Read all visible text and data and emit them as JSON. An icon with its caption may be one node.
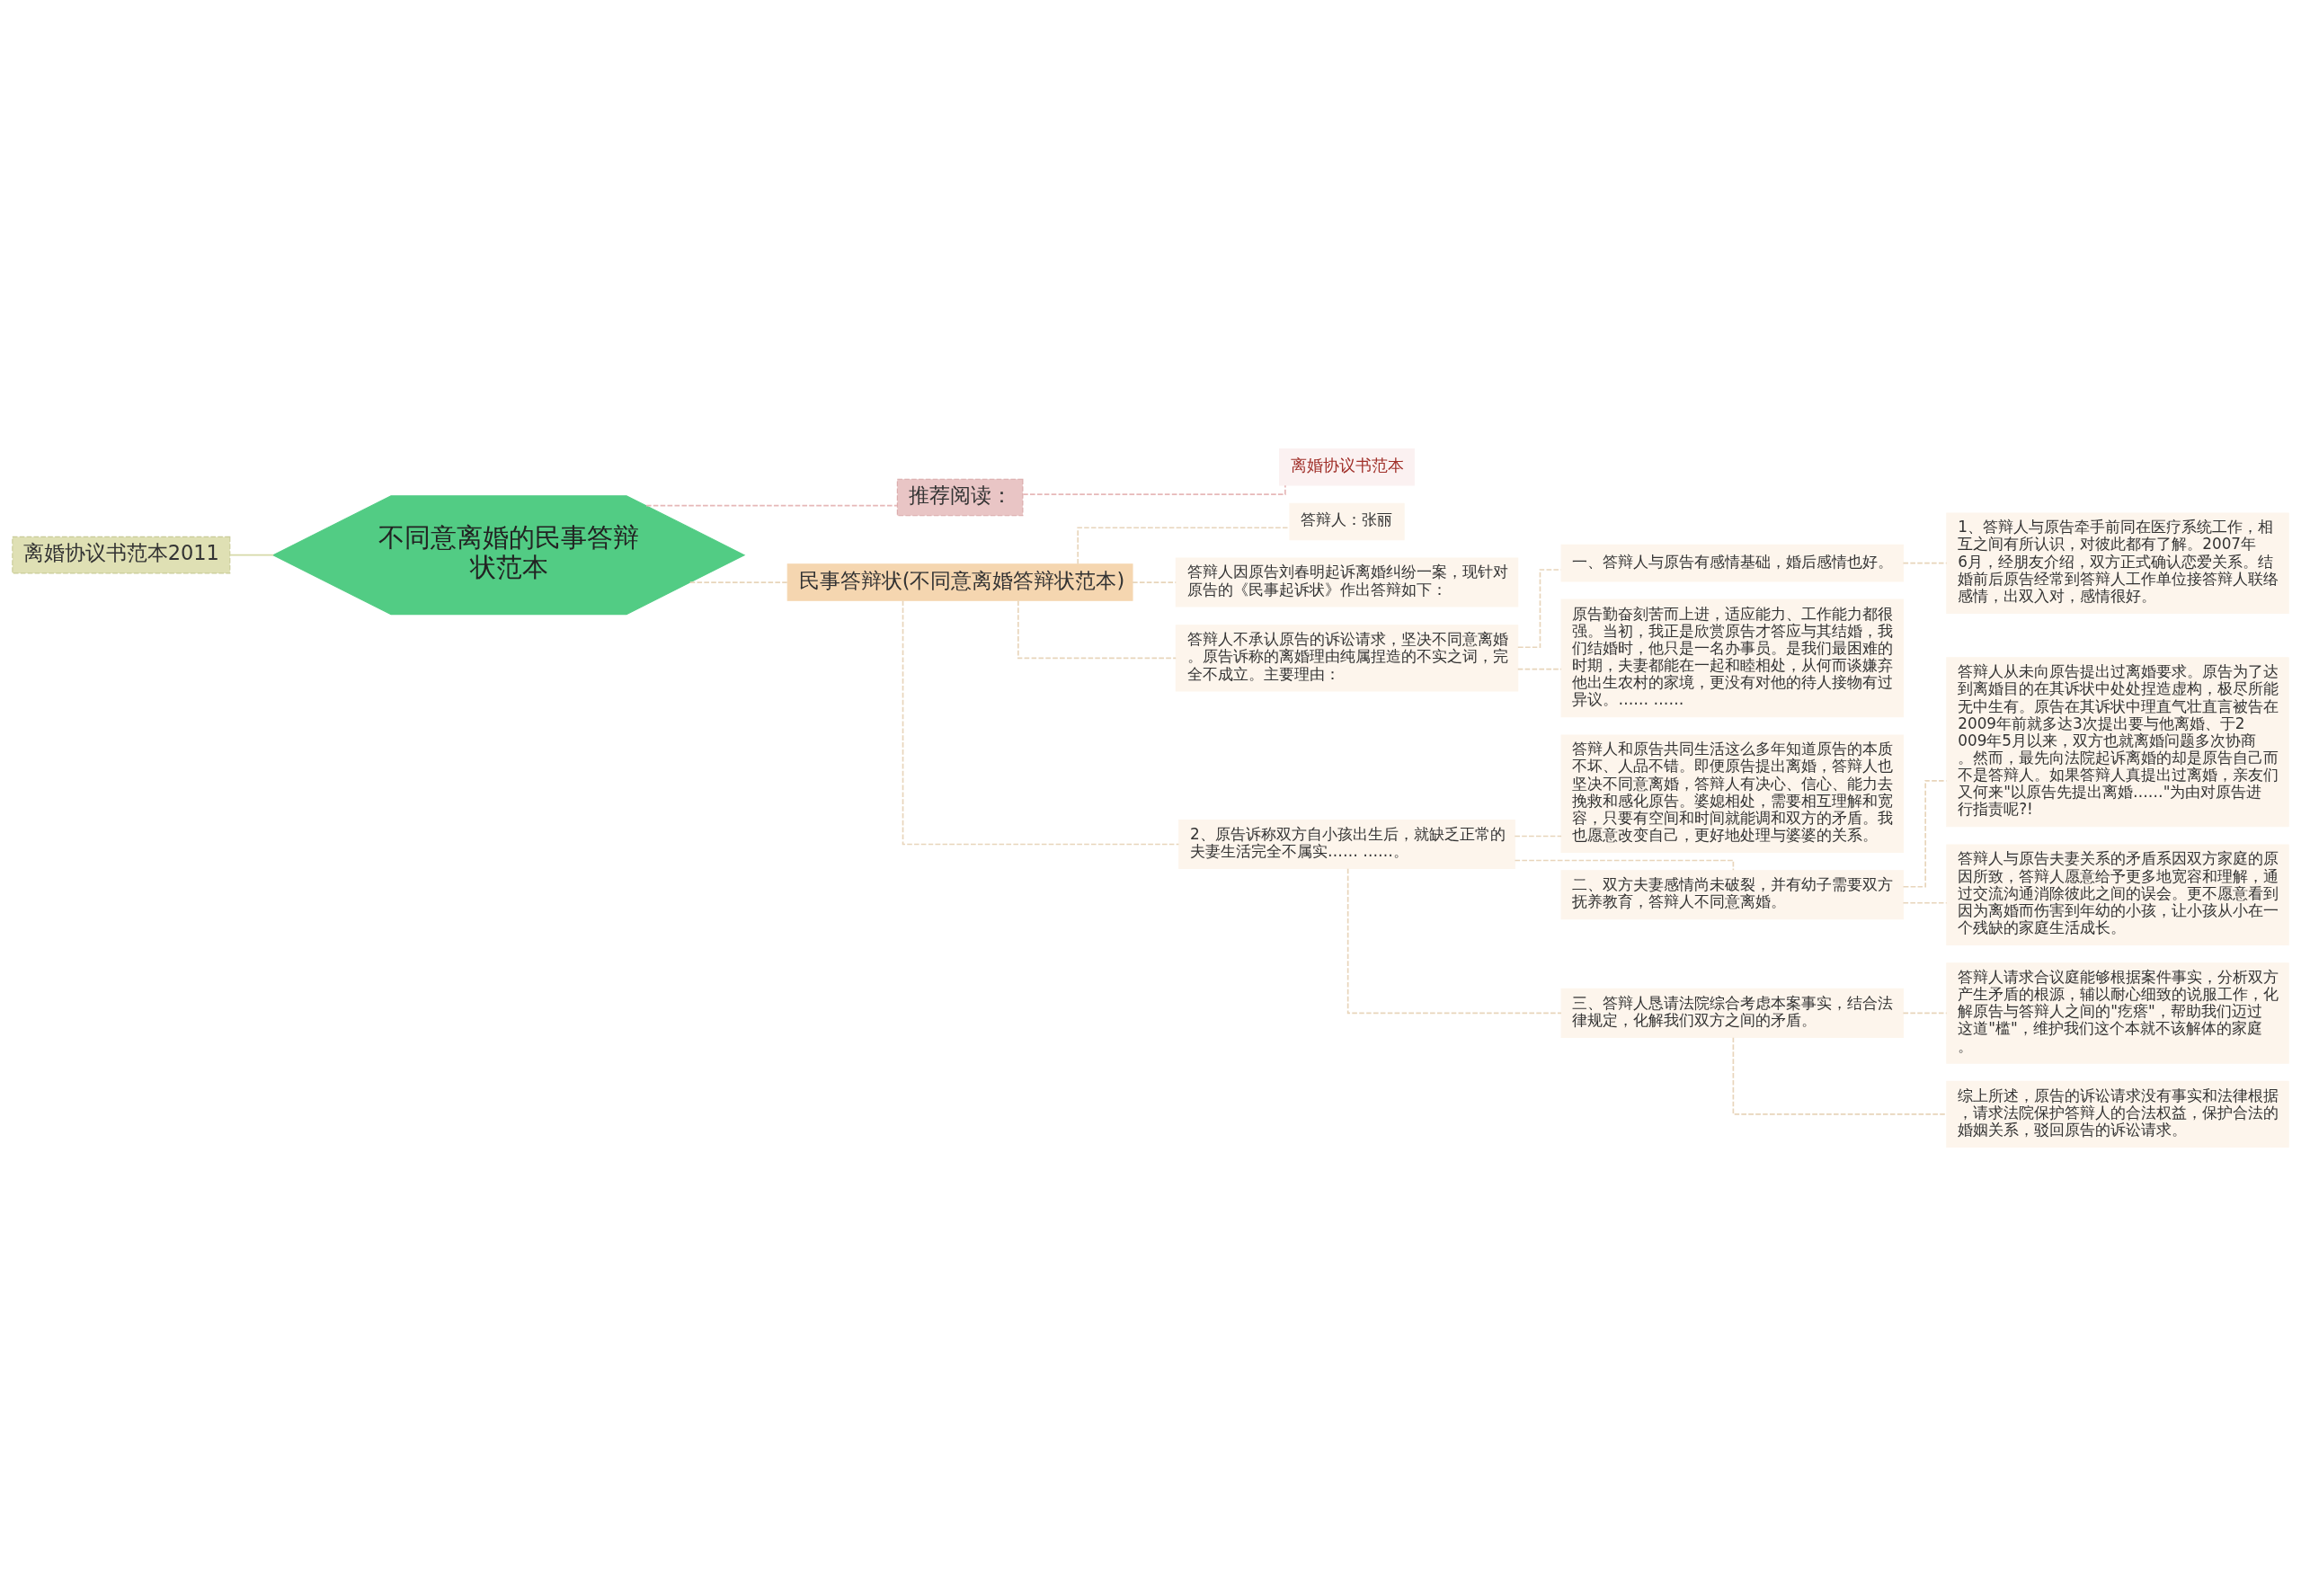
{
  "diagram": {
    "nodes": [
      {
        "text": [
          "离婚协议书范本2011"
        ]
      },
      {
        "text": [
          "不同意离婚的民事答辩状范本"
        ]
      },
      {
        "text": [
          "推荐阅读："
        ]
      },
      {
        "text": [
          "离婚协议书范本"
        ]
      },
      {
        "text": [
          "民事答辩状(不同意离婚答辩状范本)"
        ]
      },
      {
        "text": [
          "答辩人：张丽"
        ]
      },
      {
        "text": [
          "答辩人因原告刘春明起诉离婚纠纷一案，现针对原告的《民事起诉状》作出答辩如下："
        ]
      },
      {
        "text": [
          "答辩人不承认原告的诉讼请求，坚决不同意离婚。原告诉称的离婚理由纯属捏造的不实之词，完全不成立。主要理由："
        ]
      },
      {
        "text": [
          "一、答辩人与原告有感情基础，婚后感情也好。"
        ]
      },
      {
        "text": [
          "1、答辩人与原告牵手前同在医疗系统工作，相互之间有所认识，对彼此都有了解。2007年6月，经朋友介绍，双方正式确认恋爱关系。结婚前后原告经常到答辩人工作单位接答辩人联络感情，出双入对，感情很好。"
        ]
      },
      {
        "text": [
          "原告勤奋刻苦而上进，适应能力、工作能力都很强。当初，我正是欣赏原告才答应与其结婚，我们结婚时，他只是一名办事员。是我们最困难的时期，夫妻都能在一起和睦相处，从何而谈嫌弃他出生农村的家境，更没有对他的待人接物有过异议。…… ……"
        ]
      },
      {
        "text": [
          "2、原告诉称双方自小孩出生后，就缺乏正常的夫妻生活完全不属实…… ……。"
        ]
      },
      {
        "text": [
          "答辩人和原告共同生活这么多年知道原告的本质不坏、人品不错。即便原告提出离婚，答辩人也坚决不同意离婚，答辩人有决心、信心、能力去挽救和感化原告。婆媳相处，需要相互理解和宽容，只要有空间和时间就能调和双方的矛盾。我也愿意改变自己，更好地处理与婆婆的关系。"
        ]
      },
      {
        "text": [
          "二、双方夫妻感情尚未破裂，并有幼子需要双方抚养教育，答辩人不同意离婚。"
        ]
      },
      {
        "text": [
          "答辩人从未向原告提出过离婚要求。原告为了达到离婚目的在其诉状中处处捏造虚构，极尽所能无中生有。原告在其诉状中理直气壮直言被告在2009年前就多达3次提出要与他离婚、于2009年5月以来，双方也就离婚问题多次协商。然而，最先向法院起诉离婚的却是原告自己而不是答辩人。如果答辩人真提出过离婚，亲友们又何来\"以原告先提出离婚……\"为由对原告进行指责呢?!"
        ]
      },
      {
        "text": [
          "答辩人与原告夫妻关系的矛盾系因双方家庭的原因所致，答辩人愿意给予更多地宽容和理解，通过交流沟通消除彼此之间的误会。更不愿意看到因为离婚而伤害到年幼的小孩，让小孩从小在一个残缺的家庭生活成长。"
        ]
      },
      {
        "text": [
          "三、答辩人恳请法院综合考虑本案事实，结合法律规定，化解我们双方之间的矛盾。"
        ]
      },
      {
        "text": [
          "答辩人请求合议庭能够根据案件事实，分析双方产生矛盾的根源，辅以耐心细致的说服工作，化解原告与答辩人之间的\"疙瘩\"，帮助我们迈过这道\"槛\"，维护我们这个本就不该解体的家庭。"
        ]
      },
      {
        "text": [
          "综上所述，原告的诉讼请求没有事实和法律根据，请求法院保护答辩人的合法权益，保护合法的婚姻关系，驳回原告的诉讼请求。"
        ]
      }
    ],
    "edges": [
      {
        "from": 0,
        "to": 1,
        "arrow": "none",
        "color": "#d6d9a8"
      },
      {
        "from": 1,
        "to": 2,
        "arrow": "none",
        "style": "dashed",
        "color": "#e6b8b8"
      },
      {
        "from": 2,
        "to": 3,
        "arrow": "none",
        "style": "dashed",
        "color": "#e6b8b8"
      },
      {
        "from": 1,
        "to": 4,
        "arrow": "none",
        "style": "dashed"
      },
      {
        "from": 4,
        "to": 5,
        "arrow": "none",
        "style": "dashed"
      },
      {
        "from": 4,
        "to": 6,
        "arrow": "none",
        "style": "dashed"
      },
      {
        "from": 4,
        "to": 7,
        "arrow": "none",
        "style": "dashed"
      },
      {
        "from": 4,
        "to": 11,
        "arrow": "none",
        "style": "dashed"
      },
      {
        "from": 7,
        "to": 8,
        "arrow": "none",
        "style": "dashed"
      },
      {
        "from": 7,
        "to": 10,
        "arrow": "none",
        "style": "dashed"
      },
      {
        "from": 8,
        "to": 9,
        "arrow": "none",
        "style": "dashed"
      },
      {
        "from": 11,
        "to": 12,
        "arrow": "none",
        "style": "dashed"
      },
      {
        "from": 11,
        "to": 13,
        "arrow": "none",
        "style": "dashed"
      },
      {
        "from": 11,
        "to": 16,
        "arrow": "none",
        "style": "dashed"
      },
      {
        "from": 13,
        "to": 14,
        "arrow": "none",
        "style": "dashed"
      },
      {
        "from": 13,
        "to": 15,
        "arrow": "none",
        "style": "dashed"
      },
      {
        "from": 16,
        "to": 17,
        "arrow": "none",
        "style": "dashed"
      },
      {
        "from": 16,
        "to": 18,
        "arrow": "none",
        "style": "dashed"
      }
    ]
  }
}
